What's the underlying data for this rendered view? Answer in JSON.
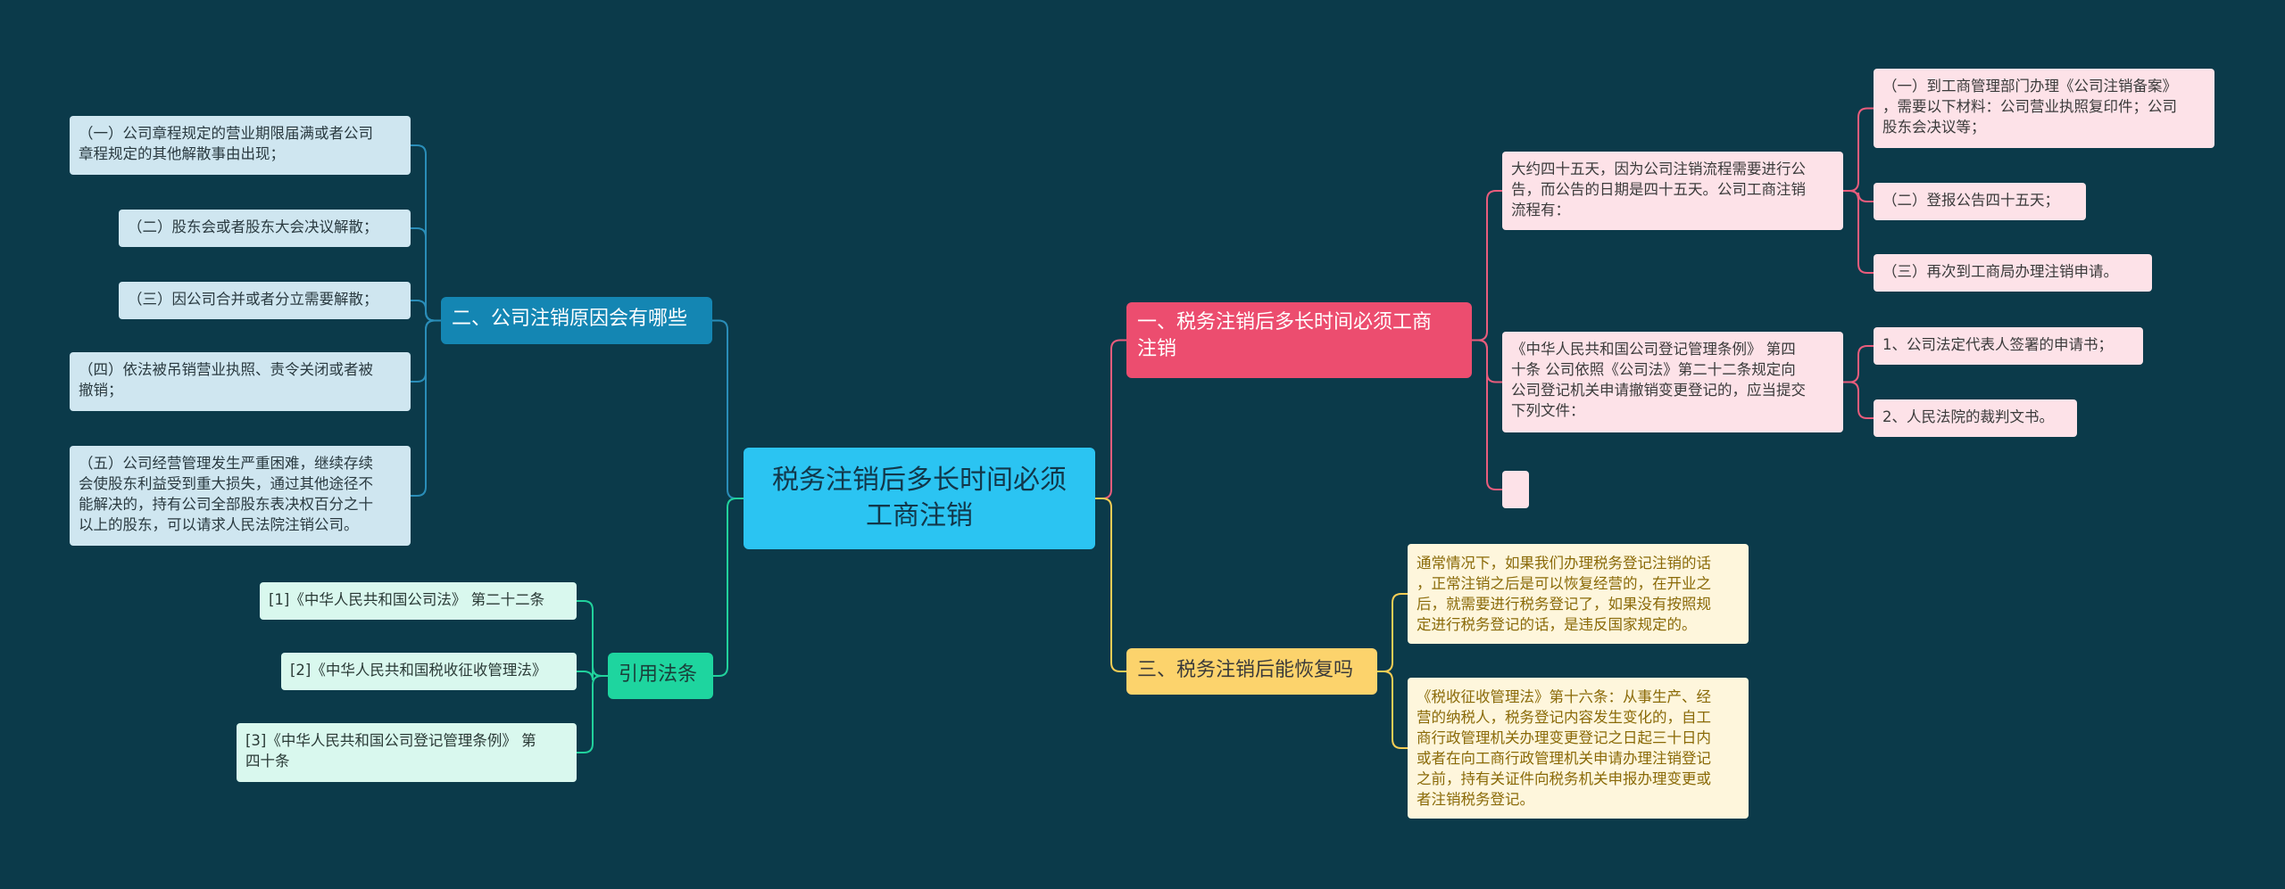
{
  "root": {
    "label": "税务注销后多长时间必须\n工商注销"
  },
  "branches": {
    "b1": {
      "label": "一、税务注销后多长时间必须工商\n注销",
      "child_a": "大约四十五天，因为公司注销流程需要进行公\n告，而公告的日期是四十五天。公司工商注销\n流程有：",
      "child_a_items": [
        "（一）到工商管理部门办理《公司注销备案》\n，需要以下材料：公司营业执照复印件；公司\n股东会决议等；",
        "（二）登报公告四十五天；",
        "（三）再次到工商局办理注销申请。"
      ],
      "child_b": "《中华人民共和国公司登记管理条例》 第四\n十条 公司依照《公司法》第二十二条规定向\n公司登记机关申请撤销变更登记的，应当提交\n下列文件：",
      "child_b_items": [
        "1、公司法定代表人签署的申请书；",
        "2、人民法院的裁判文书。"
      ],
      "child_c": ""
    },
    "b2": {
      "label": "二、公司注销原因会有哪些",
      "items": [
        "（一）公司章程规定的营业期限届满或者公司\n章程规定的其他解散事由出现；",
        "（二）股东会或者股东大会决议解散；",
        "（三）因公司合并或者分立需要解散；",
        "（四）依法被吊销营业执照、责令关闭或者被\n撤销；",
        "（五）公司经营管理发生严重困难，继续存续\n会使股东利益受到重大损失，通过其他途径不\n能解决的，持有公司全部股东表决权百分之十\n以上的股东，可以请求人民法院注销公司。"
      ]
    },
    "b3": {
      "label": "三、税务注销后能恢复吗",
      "items": [
        "通常情况下，如果我们办理税务登记注销的话\n，正常注销之后是可以恢复经营的，在开业之\n后，就需要进行税务登记了，如果没有按照规\n定进行税务登记的话，是违反国家规定的。",
        "《税收征收管理法》第十六条：从事生产、经\n营的纳税人，税务登记内容发生变化的，自工\n商行政管理机关办理变更登记之日起三十日内\n或者在向工商行政管理机关申请办理注销登记\n之前，持有关证件向税务机关申报办理变更或\n者注销税务登记。"
      ]
    },
    "b4": {
      "label": "引用法条",
      "items": [
        "[1]《中华人民共和国公司法》 第二十二条",
        "[2]《中华人民共和国税收征收管理法》",
        "[3]《中华人民共和国公司登记管理条例》 第\n四十条"
      ]
    }
  },
  "colors": {
    "background": "#0b3a4a",
    "root": "#2bc4f2",
    "branch_red": "#ec4d6f",
    "branch_blue": "#1486b3",
    "branch_yellow": "#fcd36c",
    "branch_green": "#1ed59f",
    "link_red": "#e95c7c",
    "link_blue": "#2a8db8",
    "link_yellow": "#f5cd55",
    "link_green": "#21d19c"
  }
}
